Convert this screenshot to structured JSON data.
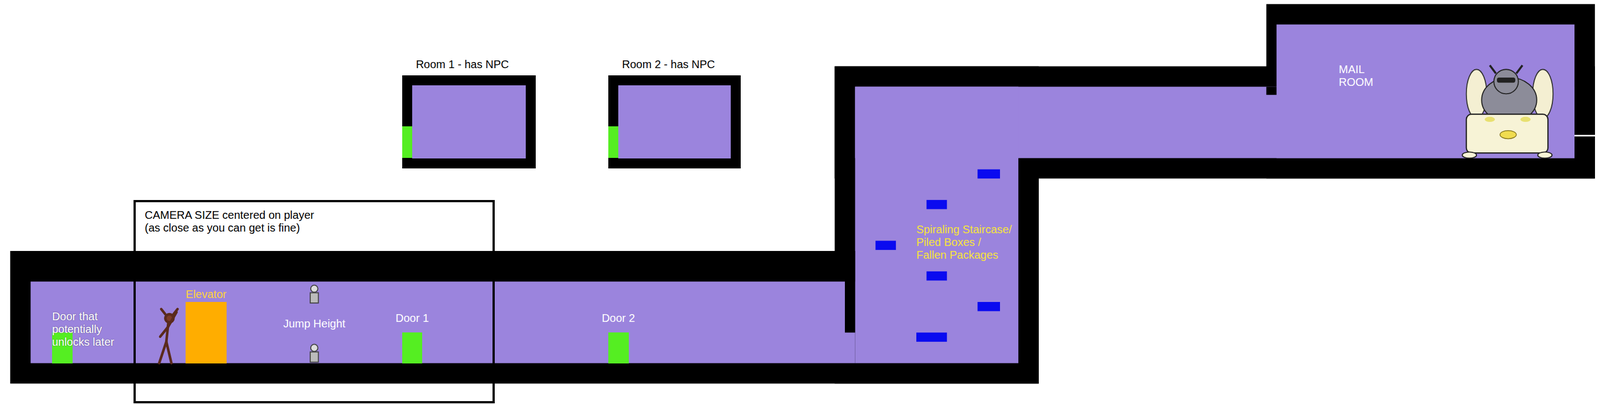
{
  "diagram": {
    "nodes": [
      {
        "text": [
          "Room 1 - has NPC"
        ]
      },
      {
        "text": [
          "Room 2 - has NPC"
        ]
      },
      {
        "text": [
          "CAMERA SIZE centered on player (as close as you can get is fine)"
        ]
      },
      {
        "text": [
          "Door that potentially unlocks later"
        ]
      },
      {
        "text": [
          "Elevator"
        ],
        "in": 2
      },
      {
        "text": [
          "Door 1"
        ],
        "in": 2
      },
      {
        "text": [
          "Door 2"
        ]
      }
    ],
    "labels": [
      "Jump Height",
      "Spiraling Staircase/ Piled Boxes / Fallen Packages",
      "MAIL ROOM"
    ]
  }
}
